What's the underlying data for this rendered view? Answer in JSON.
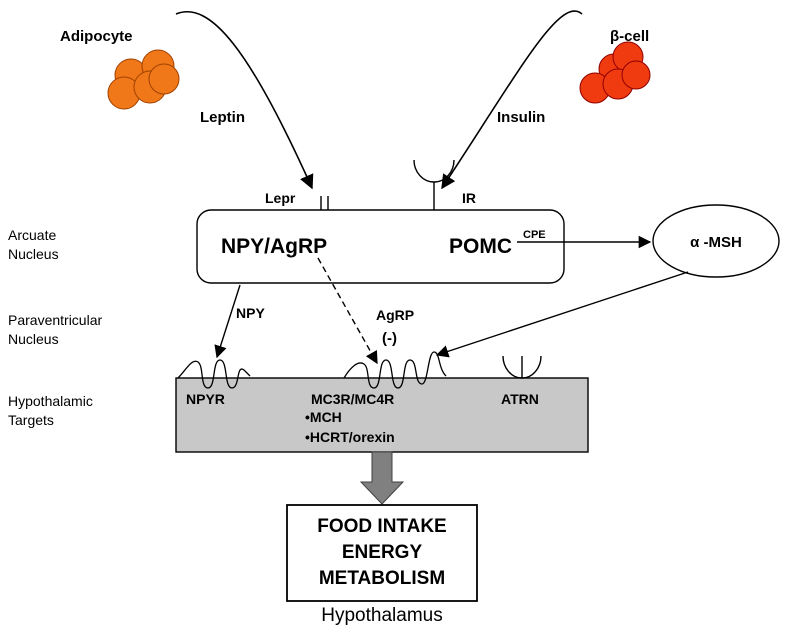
{
  "sources": {
    "adipocyte": "Adipocyte",
    "beta_cell": "β-cell",
    "leptin": "Leptin",
    "insulin": "Insulin"
  },
  "receptors": {
    "lepr": "Lepr",
    "ir": "IR",
    "atrn": "ATRN"
  },
  "arcuate": {
    "row_label_line1": "Arcuate",
    "row_label_line2": "Nucleus",
    "npy_agrp": "NPY/AgRP",
    "pomc": "POMC",
    "cpe": "CPE",
    "alpha_msh": "α -MSH"
  },
  "paraventricular": {
    "row_label_line1": "Paraventricular",
    "row_label_line2": "Nucleus",
    "npy": "NPY",
    "agrp": "AgRP",
    "agrp_effect": "(-)"
  },
  "targets": {
    "row_label_line1": "Hypothalamic",
    "row_label_line2": "Targets",
    "npyr": "NPYR",
    "mc3r_mc4r": "MC3R/MC4R",
    "mch": "•MCH",
    "hcrt": "•HCRT/orexin"
  },
  "output": {
    "line1": "FOOD INTAKE",
    "line2": "ENERGY",
    "line3": "METABOLISM",
    "caption": "Hypothalamus"
  },
  "colors": {
    "adipocyte_fill": "#f07818",
    "beta_cell_fill": "#f03a10",
    "targets_fill": "#c8c8c8",
    "output_arrow_fill": "#808080"
  }
}
